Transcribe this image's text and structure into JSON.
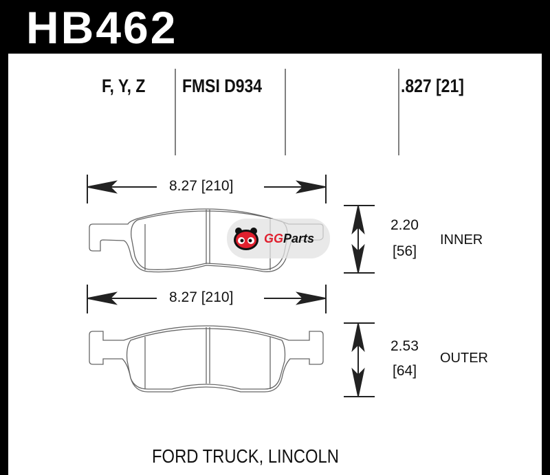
{
  "header": {
    "part_number": "HB462"
  },
  "specs": {
    "compounds": "F, Y, Z",
    "fmsi": "FMSI D934",
    "thickness": ".827 [21]"
  },
  "inner": {
    "width": "8.27 [210]",
    "height": "2.20",
    "height_mm": "[56]",
    "label": "INNER"
  },
  "outer": {
    "width": "8.27 [210]",
    "height": "2.53",
    "height_mm": "[64]",
    "label": "OUTER"
  },
  "footer": {
    "application": "FORD TRUCK, LINCOLN"
  },
  "watermark": {
    "brand": "GGParts"
  }
}
